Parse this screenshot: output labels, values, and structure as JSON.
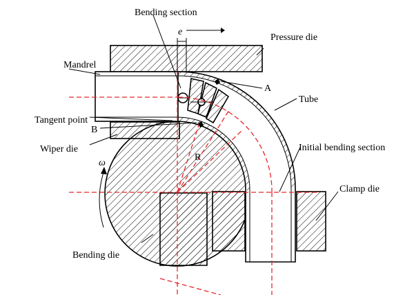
{
  "labels": {
    "bending_section": "Bending section",
    "e": "e",
    "pressure_die": "Pressure die",
    "mandrel": "Mandrel",
    "a": "A",
    "tube": "Tube",
    "tangent_point": "Tangent point",
    "b": "B",
    "wiper_die": "Wiper die",
    "initial_bending_section": "Initial bending section",
    "omega": "ω",
    "r": "R",
    "clamp_die": "Clamp die",
    "bending_die": "Bending die"
  },
  "colors": {
    "outline": "#000000",
    "centerline": "#e8262b",
    "background": "#ffffff"
  }
}
